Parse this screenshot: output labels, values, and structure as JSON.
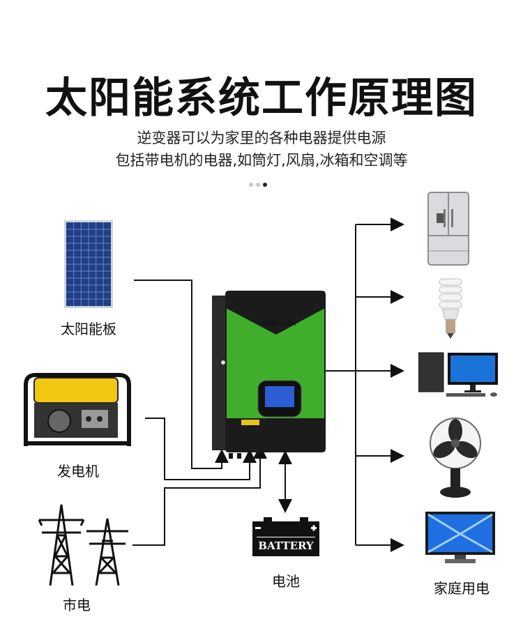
{
  "title": "太阳能系统工作原理图",
  "subtitle_lines": [
    "逆变器可以为家里的各种电器提供电源",
    "包括带电机的电器,如筒灯,风扇,冰箱和空调等"
  ],
  "carousel": {
    "count": 3,
    "active": 2
  },
  "sources": {
    "solar": "太阳能板",
    "generator": "发电机",
    "grid": "市电"
  },
  "inverter": {
    "brand": "MAXDALUX",
    "color": "#3fae2a"
  },
  "battery": {
    "text": "BATTERY",
    "label": "电池"
  },
  "loads": {
    "label": "家庭用电",
    "icons": [
      "refrigerator-icon",
      "bulb-icon",
      "computer-icon",
      "fan-icon",
      "tv-icon"
    ]
  }
}
